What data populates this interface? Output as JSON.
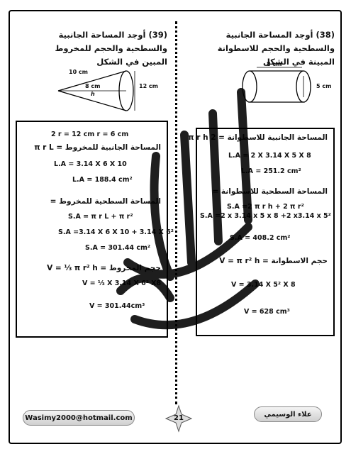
{
  "right": {
    "title": "(38) أوجد المساحة الجانبية والسطحية والحجم للاسطوانة المبينة في الشكل",
    "figure": {
      "diameter": "8 cm",
      "height": "5 cm"
    },
    "lines": [
      {
        "text": "المساحة الجانبية للاسطوانة = 2 π r h",
        "ar": true
      },
      {
        "text": "L.A = 2 X 3.14 X 5 X 8"
      },
      {
        "text": "L.A = 251.2 cm²"
      },
      {
        "text": "المساحة السطحية للاسطوانة =",
        "ar": true
      },
      {
        "text": "S.A =2 π r h + 2 π r²"
      },
      {
        "text": "S.A =2 x 3.14 x 5 x 8 +2 x3.14 x 5²"
      },
      {
        "text": "S.A = 408.2 cm²"
      },
      {
        "text": "حجم الاسطوانة = V = π r² h",
        "ar": true
      },
      {
        "text": "V = 3.14 X 5² X 8"
      },
      {
        "text": "V = 628 cm³"
      }
    ]
  },
  "left": {
    "title": "(39) أوجد المساحة الجانبية والسطحية والحجم للمخروط المبين في الشكل",
    "figure": {
      "slant": "10 cm",
      "radius": "8 cm",
      "height": "12 cm",
      "h_label": "h"
    },
    "lines": [
      {
        "text": "2 r = 12 cm        r = 6 cm"
      },
      {
        "text": "المساحة الجانبية للمخروط = π r L",
        "ar": true
      },
      {
        "text": "L.A = 3.14 X 6 X 10"
      },
      {
        "text": "L.A = 188.4 cm²"
      },
      {
        "text": "المساحة السطحية للمخروط =",
        "ar": true
      },
      {
        "text": "S.A = π r L + π r²"
      },
      {
        "text": "S.A =3.14 X 6 X 10 + 3.14 X 6²"
      },
      {
        "text": "S.A = 301.44 cm²"
      },
      {
        "text": "حجم المخروط = V = ⅓ π r² h",
        "ar": true
      },
      {
        "text": "V = ⅓ X 3.14 X 6² X8"
      },
      {
        "text": "V = 301.44cm³"
      }
    ]
  },
  "footer": {
    "email": "Wasimy2000@hotmail.com",
    "page": "21",
    "author": "علاء الوسيمي"
  }
}
